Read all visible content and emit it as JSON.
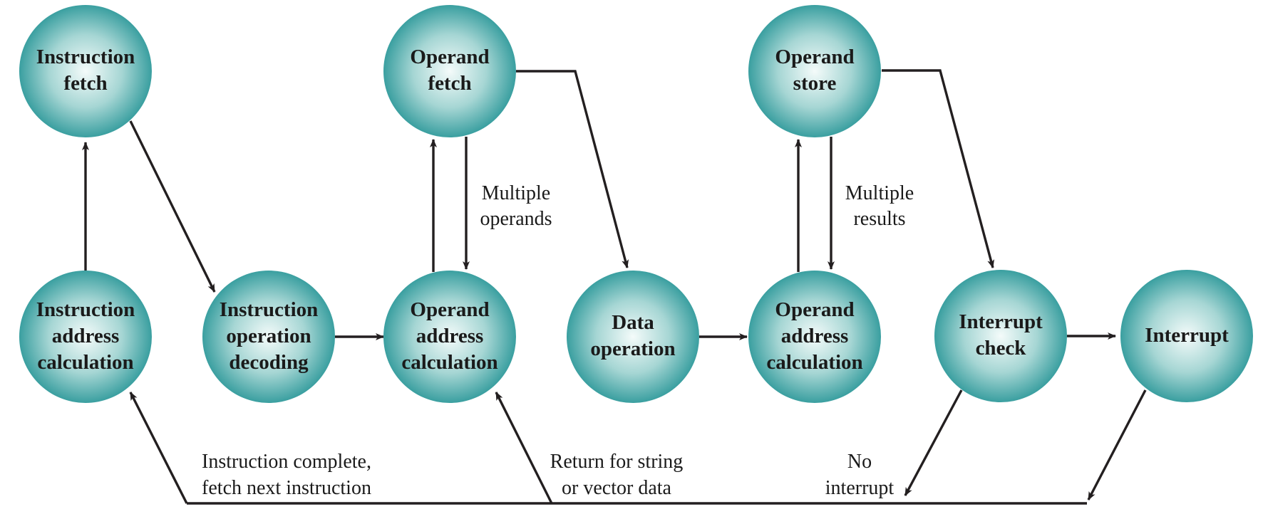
{
  "nodes": {
    "instruction_fetch": {
      "lines": [
        "Instruction",
        "fetch"
      ]
    },
    "instruction_address_calculation": {
      "lines": [
        "Instruction",
        "address",
        "calculation"
      ]
    },
    "instruction_operation_decoding": {
      "lines": [
        "Instruction",
        "operation",
        "decoding"
      ]
    },
    "operand_fetch": {
      "lines": [
        "Operand",
        "fetch"
      ]
    },
    "operand_address_calculation_1": {
      "lines": [
        "Operand",
        "address",
        "calculation"
      ]
    },
    "data_operation": {
      "lines": [
        "Data",
        "operation"
      ]
    },
    "operand_store": {
      "lines": [
        "Operand",
        "store"
      ]
    },
    "operand_address_calculation_2": {
      "lines": [
        "Operand",
        "address",
        "calculation"
      ]
    },
    "interrupt_check": {
      "lines": [
        "Interrupt",
        "check"
      ]
    },
    "interrupt": {
      "lines": [
        "Interrupt"
      ]
    }
  },
  "labels": {
    "multiple_operands": [
      "Multiple",
      "operands"
    ],
    "multiple_results": [
      "Multiple",
      "results"
    ],
    "instruction_complete": [
      "Instruction complete,",
      "fetch next instruction"
    ],
    "return_for_string": [
      "Return for string",
      "or vector data"
    ],
    "no_interrupt": [
      "No",
      "interrupt"
    ]
  },
  "colors": {
    "node_edge": "#3a9fa0",
    "node_center": "#f4fbfa",
    "line": "#231f20"
  }
}
